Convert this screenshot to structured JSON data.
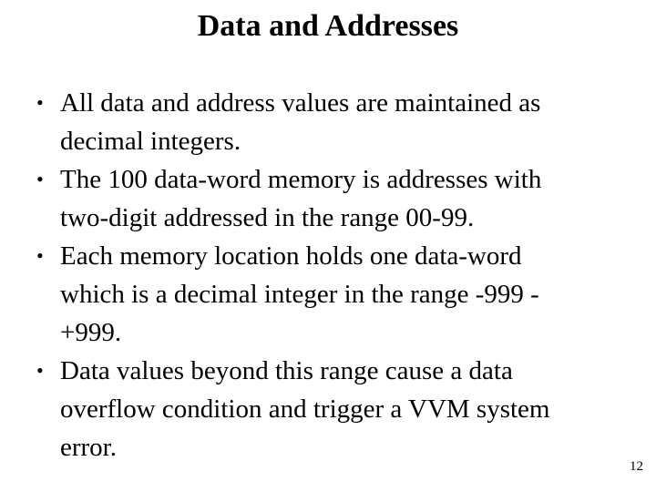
{
  "slide": {
    "title": "Data and Addresses",
    "bullet_char": "•",
    "page_number": "12",
    "colors": {
      "background": "#ffffff",
      "text": "#000000"
    },
    "bullets": [
      {
        "lines": [
          "All data and address values are maintained as",
          "decimal integers."
        ]
      },
      {
        "lines": [
          "The 100 data-word memory is addresses with",
          "two-digit addressed in the range 00-99."
        ]
      },
      {
        "lines": [
          "Each memory location holds one data-word",
          "which is a decimal integer in the range -999 -",
          "+999."
        ]
      },
      {
        "lines": [
          "Data values beyond this range cause a data",
          "overflow condition and trigger a VVM system",
          "error."
        ]
      }
    ]
  }
}
